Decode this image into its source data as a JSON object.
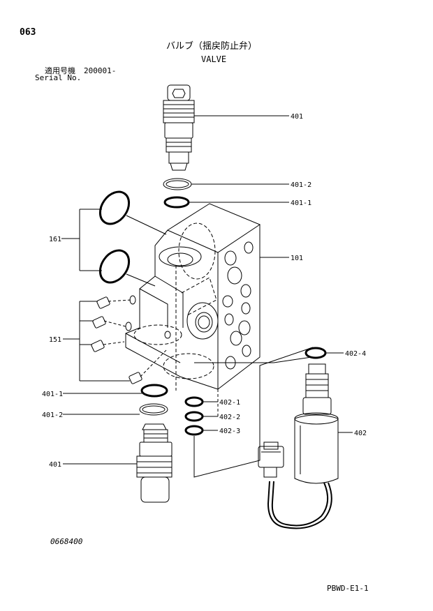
{
  "header": {
    "page_number": "063",
    "title_jp": "バルブ（揺戻防止弁）",
    "title_en": "VALVE",
    "serial_label_jp": "適用号機",
    "serial_label_en": "Serial No.",
    "serial_value": "200001-"
  },
  "callouts": {
    "p401_top": "401",
    "p401_2_top": "401-2",
    "p401_1_top": "401-1",
    "p161": "161",
    "p101": "101",
    "p151": "151",
    "p402_4": "402-4",
    "p401_1_bot": "401-1",
    "p402_1": "402-1",
    "p401_2_bot": "401-2",
    "p402_2": "402-2",
    "p402_3": "402-3",
    "p402": "402",
    "p401_bot": "401"
  },
  "footer": {
    "drawing_number": "0668400",
    "page_code": "PBWD-E1-1"
  }
}
